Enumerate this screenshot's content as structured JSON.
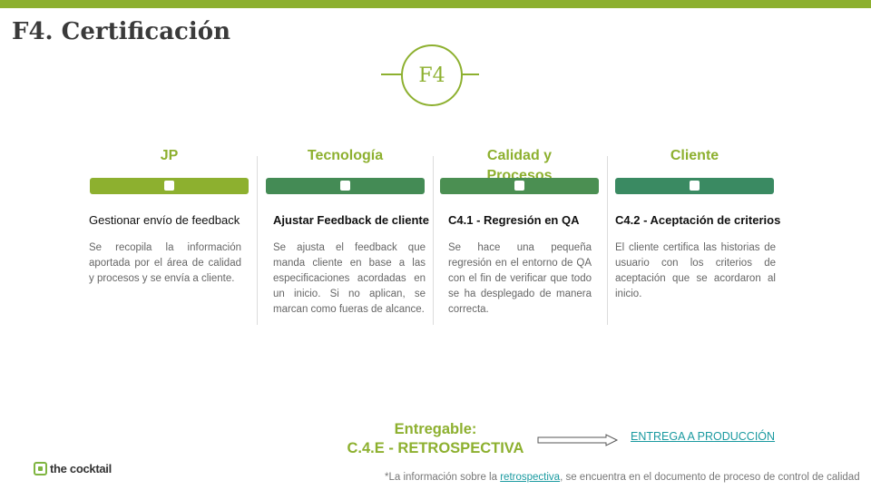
{
  "title": "F4. Certificación",
  "phase_badge": "F4",
  "colors": {
    "accent_green": "#8db02f",
    "dark_green": "#3d8a57",
    "link": "#1a9aa0"
  },
  "columns": [
    {
      "header": "JP",
      "bar_color": "#8db02f",
      "task": "Gestionar envío de feedback",
      "description": "Se recopila la información aportada por el área de calidad y procesos y se envía a cliente."
    },
    {
      "header": "Tecnología",
      "bar_color": "#448b55",
      "task": "Ajustar Feedback de cliente",
      "description": "Se ajusta el feedback que manda cliente en base a las especificaciones acordadas en un inicio. Si no aplican, se marcan como fueras de alcance."
    },
    {
      "header": "Calidad y Procesos",
      "bar_color": "#4b8f52",
      "task": "C4.1 - Regresión en QA",
      "description": "Se hace una pequeña regresión en el entorno de QA con el fin de verificar que todo se ha desplegado de manera correcta."
    },
    {
      "header": "Cliente",
      "bar_color": "#3a8a62",
      "task": "C4.2 - Aceptación de criterios",
      "description": "El cliente certifica las historias de usuario con los criterios de aceptación que se acordaron al inicio."
    }
  ],
  "deliverable": {
    "label": "Entregable:",
    "name": "C.4.E - RETROSPECTIVA"
  },
  "next_link": "ENTREGA A PRODUCCIÓN",
  "logo_text": "the cocktail",
  "footnote": {
    "prefix": "*La información sobre la ",
    "link": "retrospectiva",
    "suffix": ", se encuentra en el documento de proceso de control de calidad"
  }
}
